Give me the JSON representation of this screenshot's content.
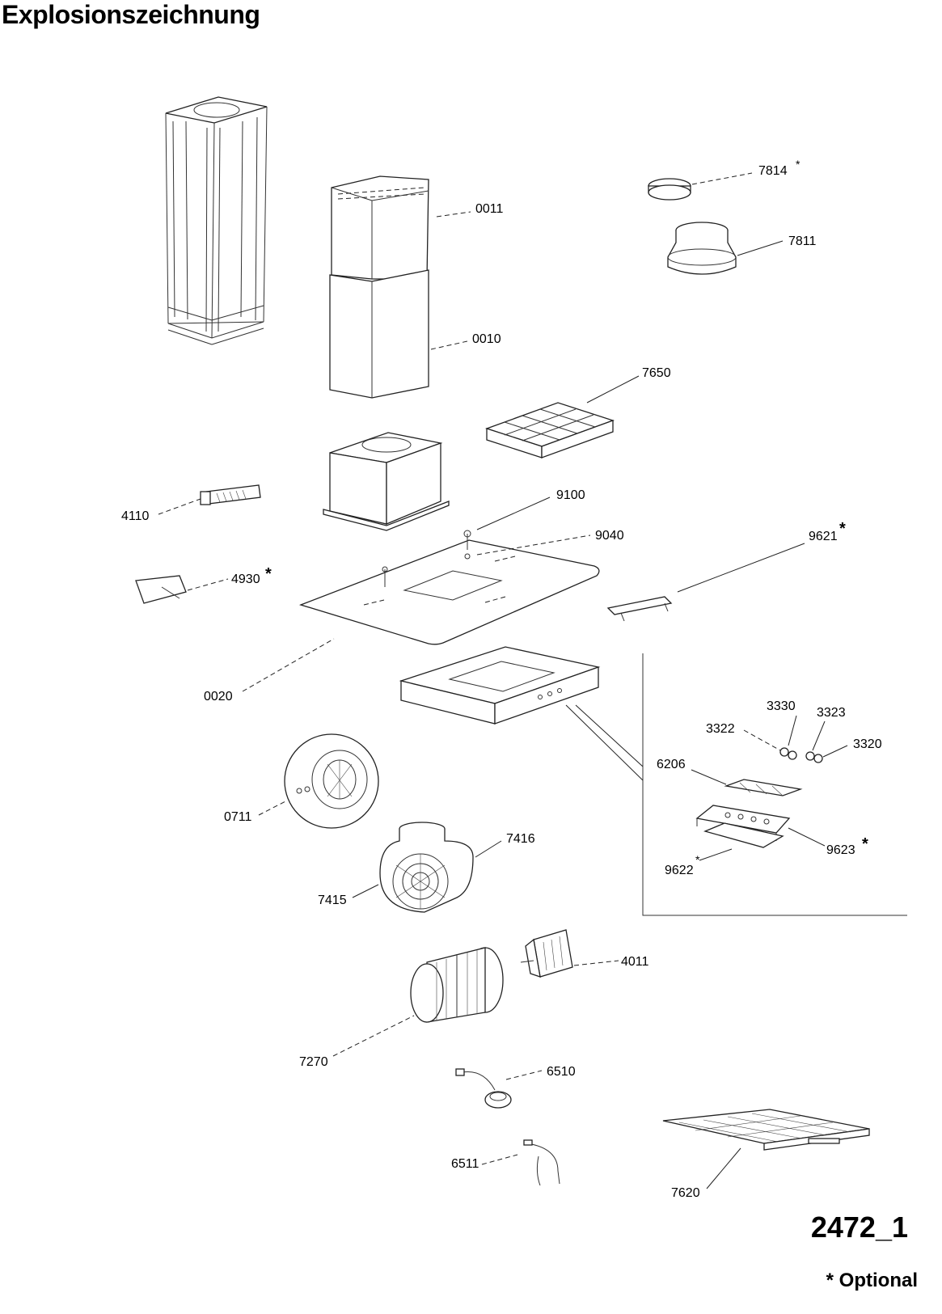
{
  "title": "Explosionszeichnung",
  "document_number": "2472_1",
  "optional_note": "* Optional",
  "optional_marker": "*",
  "parts": {
    "p0011": "0011",
    "p0010": "0010",
    "p7814": "7814",
    "p7811": "7811",
    "p7650": "7650",
    "p4110": "4110",
    "p9100": "9100",
    "p9040": "9040",
    "p9621": "9621",
    "p4930": "4930",
    "p0020": "0020",
    "p3330": "3330",
    "p3323": "3323",
    "p3322": "3322",
    "p3320": "3320",
    "p6206": "6206",
    "p9623": "9623",
    "p9622": "9622",
    "p0711": "0711",
    "p7416": "7416",
    "p7415": "7415",
    "p4011": "4011",
    "p7270": "7270",
    "p6510": "6510",
    "p6511": "6511",
    "p7620": "7620"
  }
}
